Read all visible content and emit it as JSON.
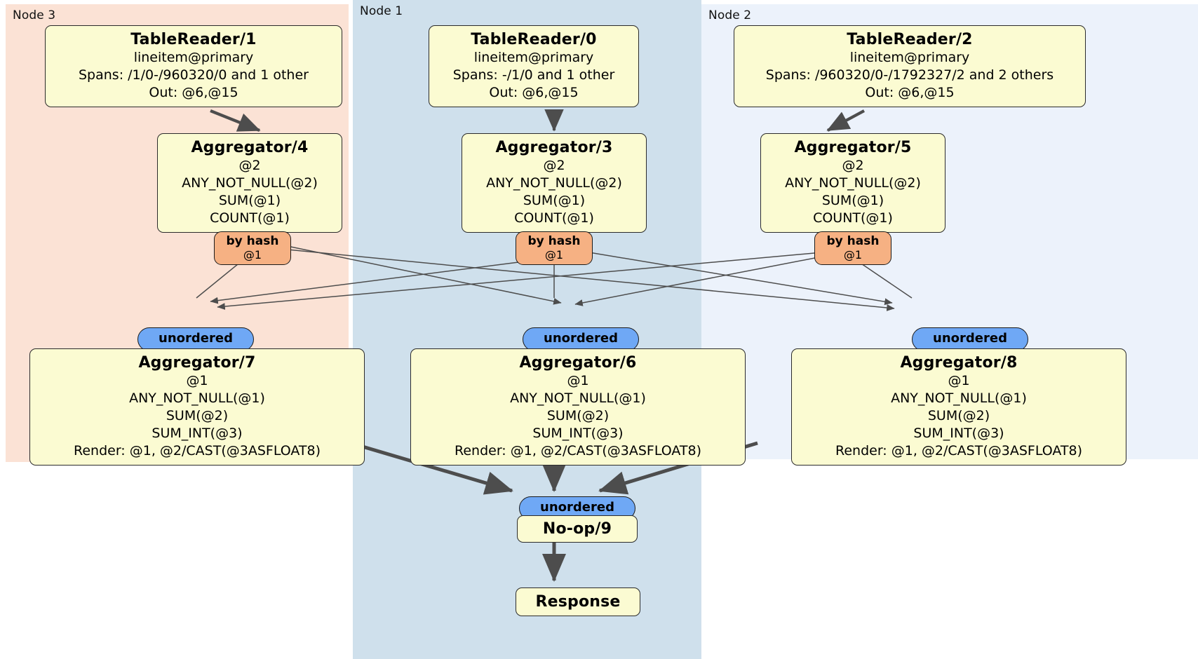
{
  "diagram": {
    "type": "distributed-query-plan",
    "title": "",
    "panels": [
      {
        "id": "node3",
        "label": "Node 3",
        "color": "#fbe2d5"
      },
      {
        "id": "node1",
        "label": "Node 1",
        "color": "#cfe0ec"
      },
      {
        "id": "node2",
        "label": "Node 2",
        "color": "#ecf2fb"
      }
    ],
    "colors": {
      "box_fill": "#fbfbd2",
      "box_border": "#2b2b2b",
      "hash_pill": "#f6b183",
      "unordered_pill": "#6fa8f5",
      "edge": "#4d4d4d"
    },
    "nodes": {
      "tablereader1": {
        "title": "TableReader/1",
        "lines": [
          "lineitem@primary",
          "Spans: /1/0-/960320/0 and 1 other",
          "Out: @6,@15"
        ]
      },
      "tablereader0": {
        "title": "TableReader/0",
        "lines": [
          "lineitem@primary",
          "Spans: -/1/0 and 1 other",
          "Out: @6,@15"
        ]
      },
      "tablereader2": {
        "title": "TableReader/2",
        "lines": [
          "lineitem@primary",
          "Spans: /960320/0-/1792327/2 and 2 others",
          "Out: @6,@15"
        ]
      },
      "aggregator4": {
        "title": "Aggregator/4",
        "lines": [
          "@2",
          "ANY_NOT_NULL(@2)",
          "SUM(@1)",
          "COUNT(@1)"
        ]
      },
      "aggregator3": {
        "title": "Aggregator/3",
        "lines": [
          "@2",
          "ANY_NOT_NULL(@2)",
          "SUM(@1)",
          "COUNT(@1)"
        ]
      },
      "aggregator5": {
        "title": "Aggregator/5",
        "lines": [
          "@2",
          "ANY_NOT_NULL(@2)",
          "SUM(@1)",
          "COUNT(@1)"
        ]
      },
      "aggregator7": {
        "title": "Aggregator/7",
        "lines": [
          "@1",
          "ANY_NOT_NULL(@1)",
          "SUM(@2)",
          "SUM_INT(@3)",
          "Render: @1, @2/CAST(@3ASFLOAT8)"
        ]
      },
      "aggregator6": {
        "title": "Aggregator/6",
        "lines": [
          "@1",
          "ANY_NOT_NULL(@1)",
          "SUM(@2)",
          "SUM_INT(@3)",
          "Render: @1, @2/CAST(@3ASFLOAT8)"
        ]
      },
      "aggregator8": {
        "title": "Aggregator/8",
        "lines": [
          "@1",
          "ANY_NOT_NULL(@1)",
          "SUM(@2)",
          "SUM_INT(@3)",
          "Render: @1, @2/CAST(@3ASFLOAT8)"
        ]
      },
      "noop9": {
        "title": "No-op/9",
        "lines": []
      },
      "response": {
        "title": "Response",
        "lines": []
      }
    },
    "routers": {
      "hash_left": {
        "label": "by hash",
        "sub": "@1"
      },
      "hash_mid": {
        "label": "by hash",
        "sub": "@1"
      },
      "hash_right": {
        "label": "by hash",
        "sub": "@1"
      },
      "unordered_left": {
        "label": "unordered"
      },
      "unordered_mid": {
        "label": "unordered"
      },
      "unordered_right": {
        "label": "unordered"
      },
      "unordered_final": {
        "label": "unordered"
      }
    }
  }
}
